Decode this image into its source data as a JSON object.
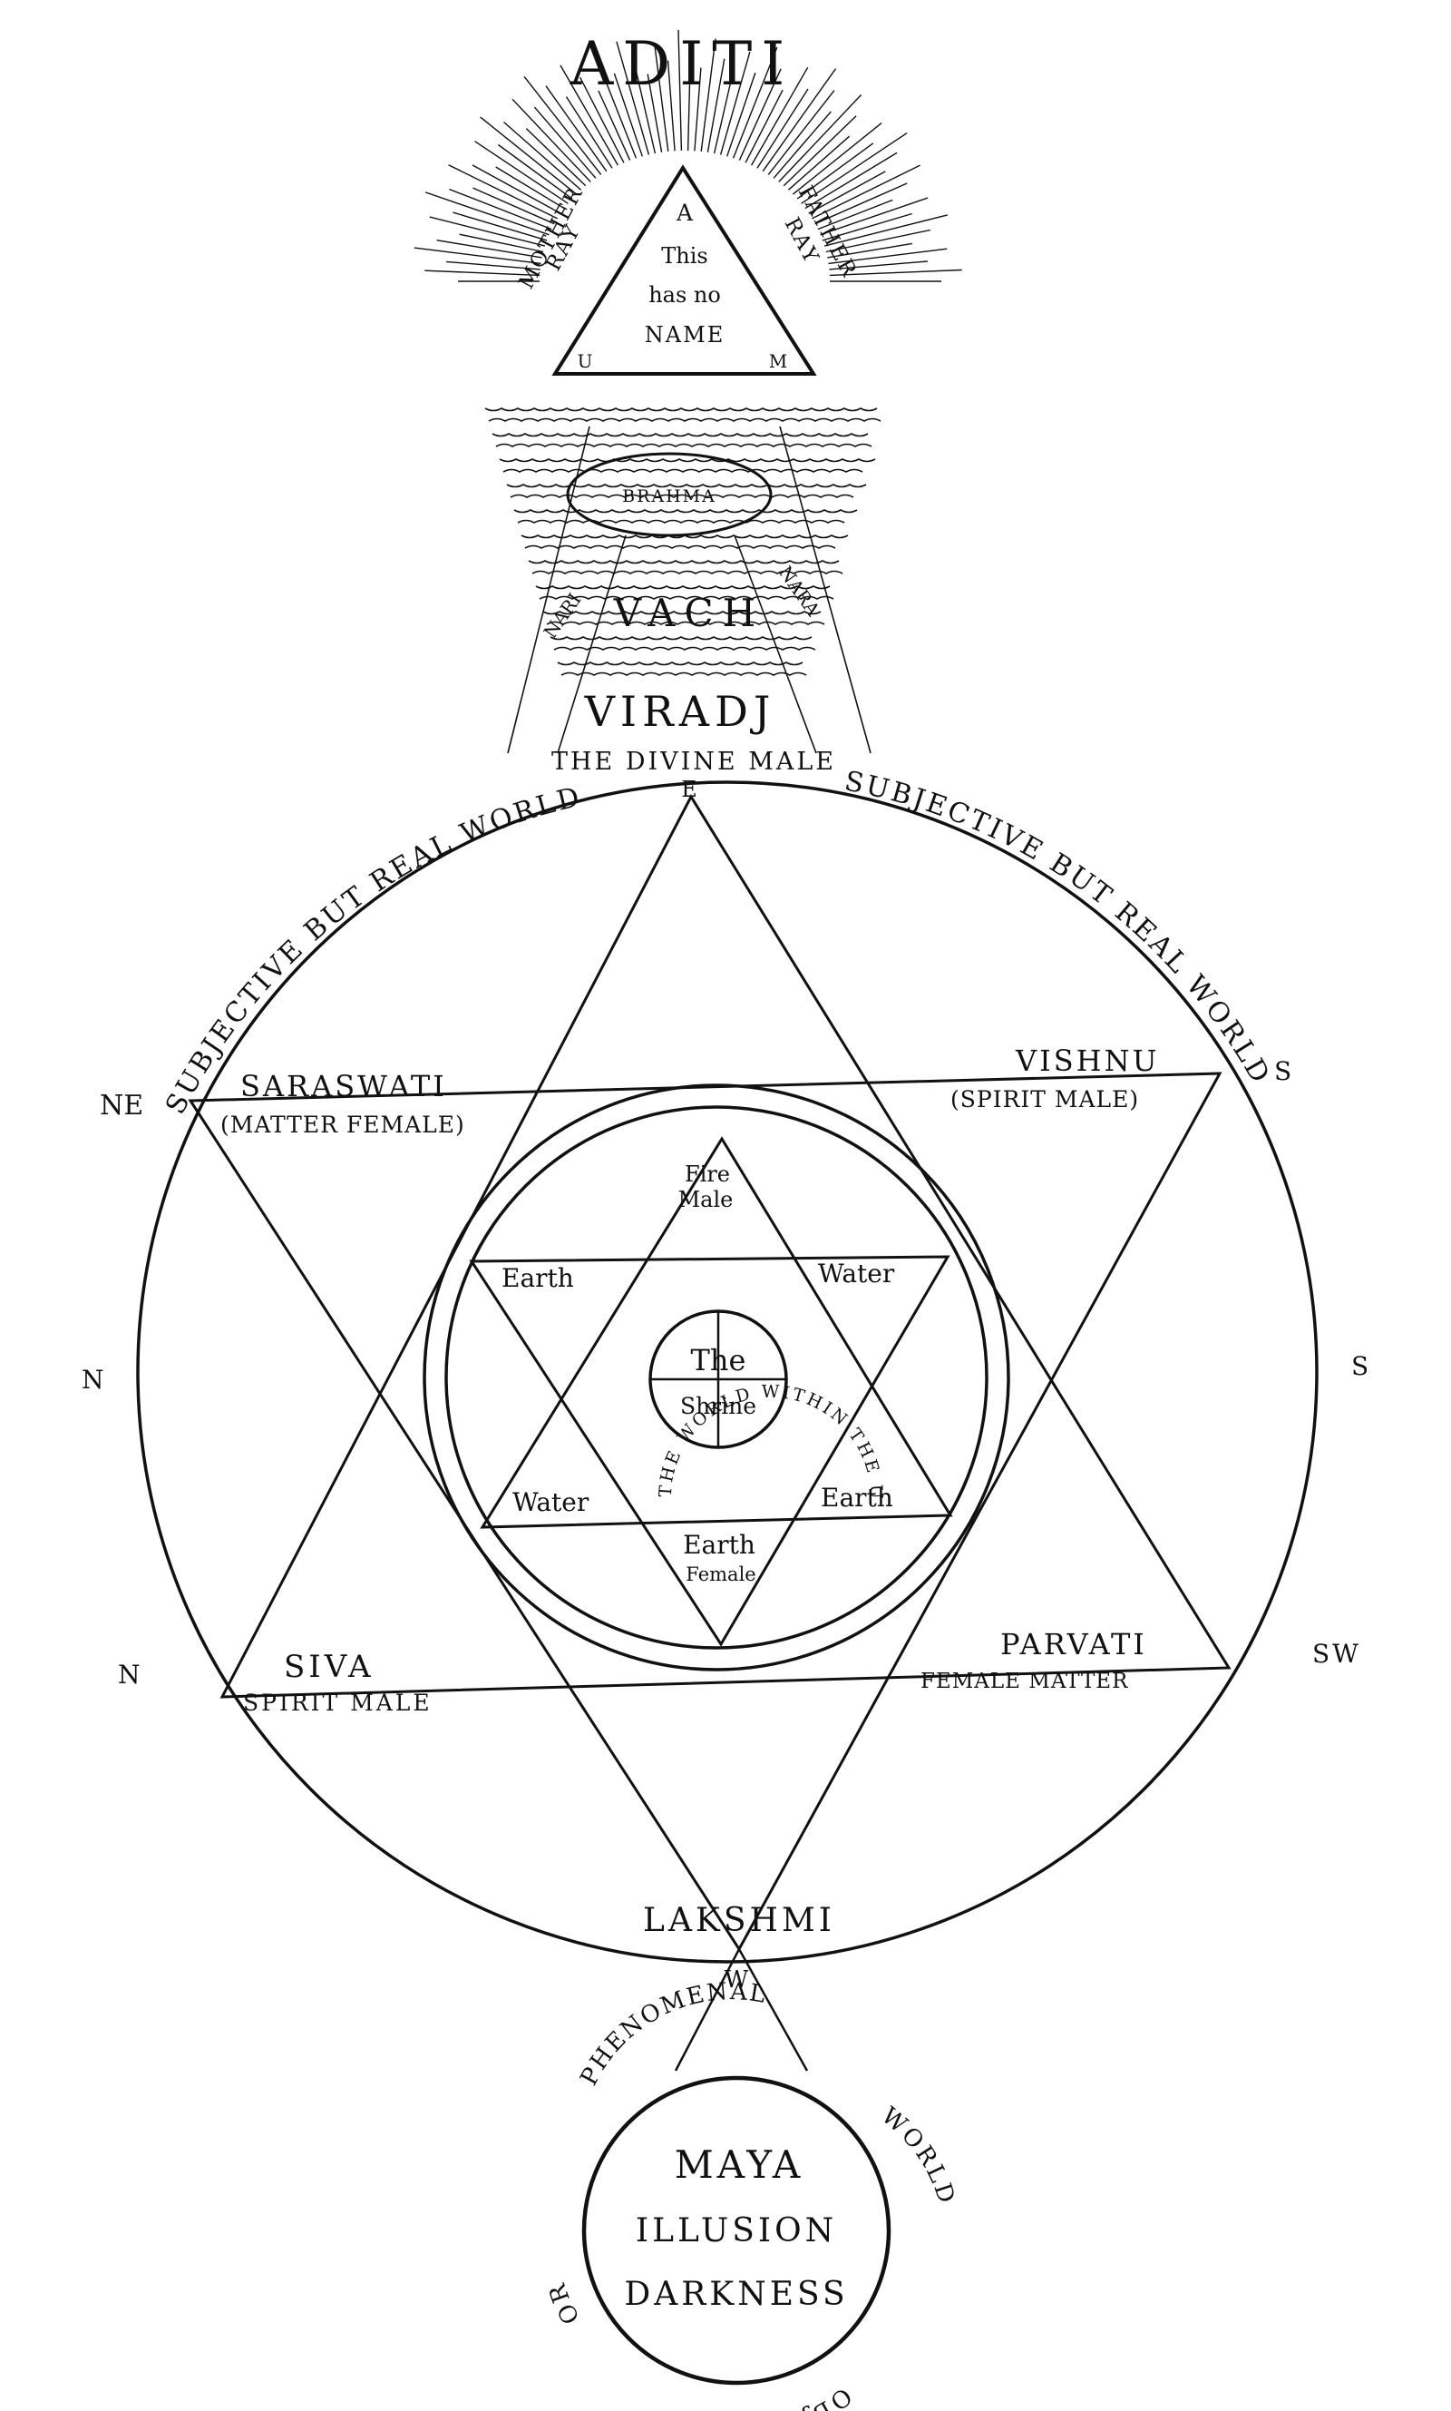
{
  "colors": {
    "ink": "#111111",
    "paper": "#ffffff"
  },
  "top": {
    "aditi": "ADITI",
    "mother_ray_1": "MOTHER",
    "mother_ray_2": "RAY",
    "father_ray_1": "FATHER",
    "father_ray_2": "RAY",
    "triangle_a": "A",
    "triangle_u": "U",
    "triangle_m": "M",
    "triangle_text_1": "This",
    "triangle_text_2": "has no",
    "triangle_text_3": "NAME",
    "brahma": "BRAHMA",
    "vach_left": "NARI",
    "vach": "VACH",
    "vach_right": "NARA",
    "viradj": "VIRADJ",
    "divine_male": "THE DIVINE MALE"
  },
  "compass": {
    "e": "E",
    "ne": "NE",
    "s_upper": "S",
    "n_mid": "N",
    "s_mid": "S",
    "n_lower": "N",
    "sw": "SW",
    "w": "W"
  },
  "arcs": {
    "left": "SUBJECTIVE BUT REAL WORLD",
    "right": "SUBJECTIVE BUT REAL WORLD"
  },
  "deities": {
    "saraswati": "SARASWATI",
    "saraswati_sub": "(MATTER FEMALE)",
    "vishnu": "VISHNU",
    "vishnu_sub": "(SPIRIT MALE)",
    "siva": "SIVA",
    "siva_sub": "SPIRIT MALE",
    "parvati": "PARVATI",
    "parvati_sub": "FEMALE MATTER",
    "lakshmi": "LAKSHMI"
  },
  "inner": {
    "fire": "Fire",
    "fire_sub": "Male",
    "earth_left": "Earth",
    "water_right": "Water",
    "water_left": "Water",
    "earth_right": "Earth",
    "earth_bottom": "Earth",
    "earth_bottom_sub": "Female",
    "ring_text": "THE WORLD WITHIN THE UNIVERSE",
    "shrine_1": "The",
    "shrine_2": "Shrine"
  },
  "bottom": {
    "phenomenal": "PHENOMENAL",
    "world": "WORLD",
    "objective": "OBJECTIVE",
    "or": "OR",
    "maya": "MAYA",
    "illusion": "ILLUSION",
    "darkness": "DARKNESS"
  }
}
